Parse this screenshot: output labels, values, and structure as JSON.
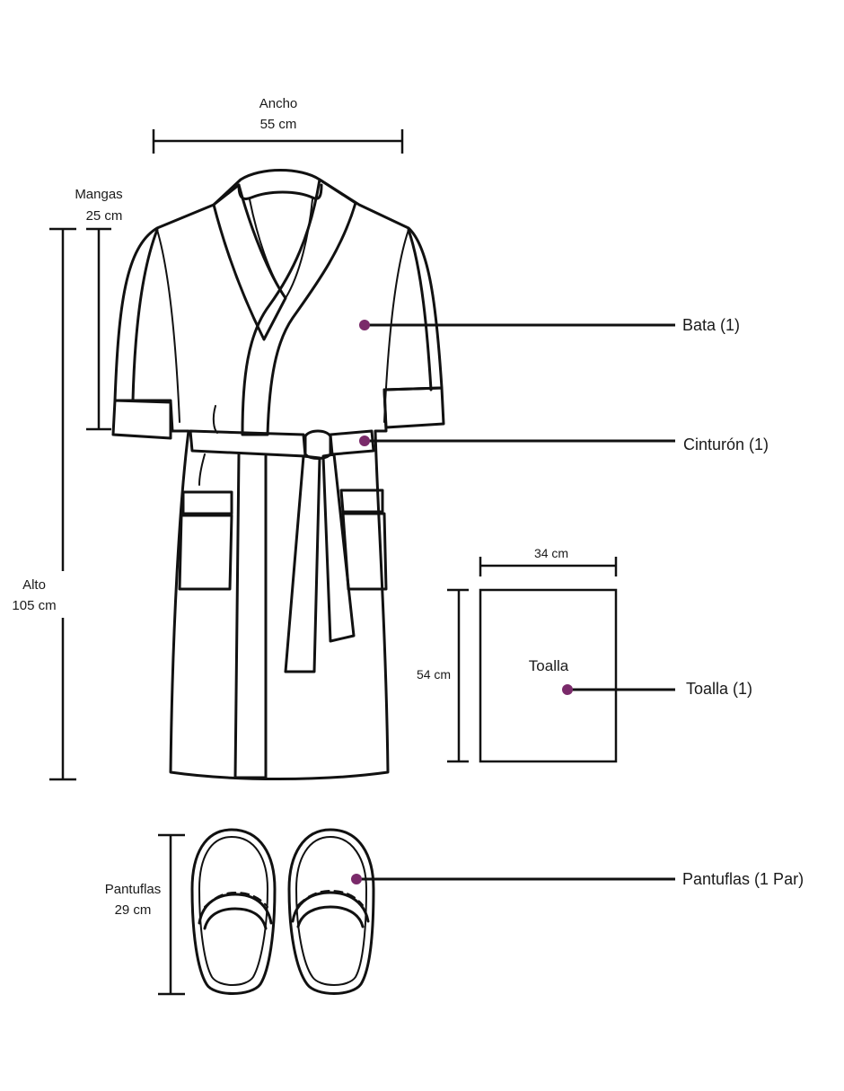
{
  "dimensions": {
    "width_label": "Ancho",
    "width_value": "55 cm",
    "sleeves_label": "Mangas",
    "sleeves_value": "25 cm",
    "height_label": "Alto",
    "height_value": "105 cm",
    "towel_width": "34 cm",
    "towel_height": "54 cm",
    "slippers_label": "Pantuflas",
    "slippers_value": "29 cm"
  },
  "towel_inner_label": "Toalla",
  "callouts": {
    "robe": "Bata (1)",
    "belt": "Cinturón (1)",
    "towel": "Toalla (1)",
    "slippers": "Pantuflas (1 Par)"
  },
  "colors": {
    "marker": "#7a2a6a",
    "line": "#111111"
  }
}
